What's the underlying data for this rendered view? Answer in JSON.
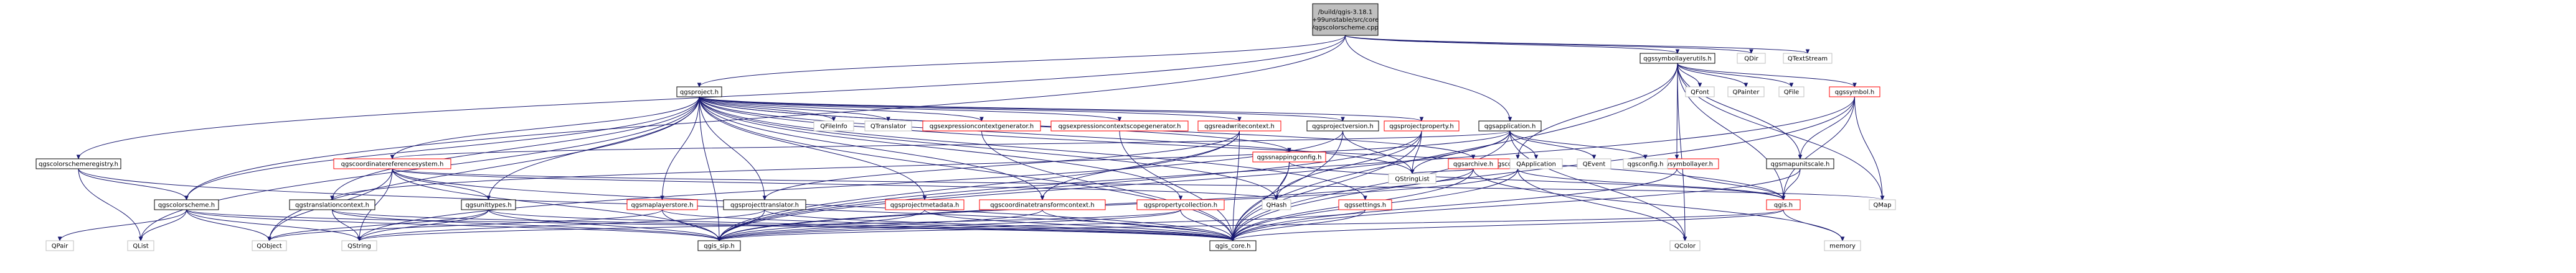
{
  "graph": {
    "edge_color": "#191970",
    "node_styles": {
      "root": {
        "fill": "#bfbfbf",
        "border": "#000000"
      },
      "file": {
        "fill": "#ffffff",
        "border": "#000000"
      },
      "trunc": {
        "fill": "#ffffff",
        "border": "#ff0000"
      },
      "ext": {
        "fill": "#ffffff",
        "border": "#bfbfbf"
      }
    },
    "nodes": [
      {
        "id": "root",
        "lines": [
          "/build/qgis-3.18.1",
          "+99unstable/src/core",
          "/qgscolorscheme.cpp"
        ],
        "kind": "root"
      },
      {
        "id": "qgsapplication",
        "lines": [
          "qgsapplication.h"
        ],
        "kind": "file"
      },
      {
        "id": "qgscolorschemeregistry",
        "lines": [
          "qgscolorschemeregistry.h"
        ],
        "kind": "file"
      },
      {
        "id": "qgsproject",
        "lines": [
          "qgsproject.h"
        ],
        "kind": "file"
      },
      {
        "id": "qgssymbollayerutils",
        "lines": [
          "qgssymbollayerutils.h"
        ],
        "kind": "file"
      },
      {
        "id": "QDir",
        "lines": [
          "QDir"
        ],
        "kind": "ext"
      },
      {
        "id": "QTextStream",
        "lines": [
          "QTextStream"
        ],
        "kind": "ext"
      },
      {
        "id": "qgscolorscheme",
        "lines": [
          "qgscolorscheme.h"
        ],
        "kind": "file"
      },
      {
        "id": "QList",
        "lines": [
          "QList"
        ],
        "kind": "ext"
      },
      {
        "id": "QPair",
        "lines": [
          "QPair"
        ],
        "kind": "ext"
      },
      {
        "id": "qgssymbol",
        "lines": [
          "qgssymbol.h"
        ],
        "kind": "trunc"
      },
      {
        "id": "qgscolorramp",
        "lines": [
          "qgscolorramp.h"
        ],
        "kind": "trunc"
      },
      {
        "id": "qgsarrowsymbollayer",
        "lines": [
          "qgsarrowsymbollayer.h"
        ],
        "kind": "trunc"
      },
      {
        "id": "qgsmapunitscale",
        "lines": [
          "qgsmapunitscale.h"
        ],
        "kind": "file"
      },
      {
        "id": "QFont",
        "lines": [
          "QFont"
        ],
        "kind": "ext"
      },
      {
        "id": "QPainter",
        "lines": [
          "QPainter"
        ],
        "kind": "ext"
      },
      {
        "id": "QFile",
        "lines": [
          "QFile"
        ],
        "kind": "ext"
      },
      {
        "id": "QMap",
        "lines": [
          "QMap"
        ],
        "kind": "ext"
      },
      {
        "id": "qgsfileinfo",
        "lines": [
          "QFileInfo"
        ],
        "kind": "ext"
      },
      {
        "id": "QTranslator",
        "lines": [
          "QTranslator"
        ],
        "kind": "ext"
      },
      {
        "id": "qgsexpressioncontextgenerator",
        "lines": [
          "qgsexpressioncontextgenerator.h"
        ],
        "kind": "trunc"
      },
      {
        "id": "qgsexpressioncontextscopegenerator",
        "lines": [
          "qgsexpressioncontextscopegenerator.h"
        ],
        "kind": "trunc"
      },
      {
        "id": "qgsreadwritecontext",
        "lines": [
          "qgsreadwritecontext.h"
        ],
        "kind": "trunc"
      },
      {
        "id": "qgssnappingconfig",
        "lines": [
          "qgssnappingconfig.h"
        ],
        "kind": "trunc"
      },
      {
        "id": "qgsprojectversion",
        "lines": [
          "qgsprojectversion.h"
        ],
        "kind": "file"
      },
      {
        "id": "qgsprojectproperty",
        "lines": [
          "qgsprojectproperty.h"
        ],
        "kind": "trunc"
      },
      {
        "id": "qgsarchive",
        "lines": [
          "qgsarchive.h"
        ],
        "kind": "trunc"
      },
      {
        "id": "qgscoordinatereferencesystem",
        "lines": [
          "qgscoordinatereferencesystem.h"
        ],
        "kind": "trunc"
      },
      {
        "id": "qgstranslationcontext",
        "lines": [
          "qgstranslationcontext.h"
        ],
        "kind": "file"
      },
      {
        "id": "qgsunittypes",
        "lines": [
          "qgsunittypes.h"
        ],
        "kind": "file"
      },
      {
        "id": "qgsmaplayerstore",
        "lines": [
          "qgsmaplayerstore.h"
        ],
        "kind": "trunc"
      },
      {
        "id": "qgsprojecttranslator",
        "lines": [
          "qgsprojecttranslator.h"
        ],
        "kind": "file"
      },
      {
        "id": "qgsprojectmetadata",
        "lines": [
          "qgsprojectmetadata.h"
        ],
        "kind": "trunc"
      },
      {
        "id": "qgscoordinatetransformcontext",
        "lines": [
          "qgscoordinatetransformcontext.h"
        ],
        "kind": "trunc"
      },
      {
        "id": "qgspropertycollection",
        "lines": [
          "qgspropertycollection.h"
        ],
        "kind": "trunc"
      },
      {
        "id": "qgssettings",
        "lines": [
          "qgssettings.h"
        ],
        "kind": "trunc"
      },
      {
        "id": "QHash",
        "lines": [
          "QHash"
        ],
        "kind": "ext"
      },
      {
        "id": "QStringList",
        "lines": [
          "QStringList"
        ],
        "kind": "ext"
      },
      {
        "id": "QApplication",
        "lines": [
          "QApplication"
        ],
        "kind": "ext"
      },
      {
        "id": "QEvent",
        "lines": [
          "QEvent"
        ],
        "kind": "ext"
      },
      {
        "id": "qgsconfig",
        "lines": [
          "qgsconfig.h"
        ],
        "kind": "ext"
      },
      {
        "id": "QColor",
        "lines": [
          "QColor"
        ],
        "kind": "ext"
      },
      {
        "id": "qgis",
        "lines": [
          "qgis.h"
        ],
        "kind": "trunc"
      },
      {
        "id": "memory",
        "lines": [
          "memory"
        ],
        "kind": "ext"
      },
      {
        "id": "QObject",
        "lines": [
          "QObject"
        ],
        "kind": "ext"
      },
      {
        "id": "QString",
        "lines": [
          "QString"
        ],
        "kind": "ext"
      },
      {
        "id": "qgis_sip",
        "lines": [
          "qgis_sip.h"
        ],
        "kind": "file"
      },
      {
        "id": "qgis_core",
        "lines": [
          "qgis_core.h"
        ],
        "kind": "file"
      }
    ]
  }
}
